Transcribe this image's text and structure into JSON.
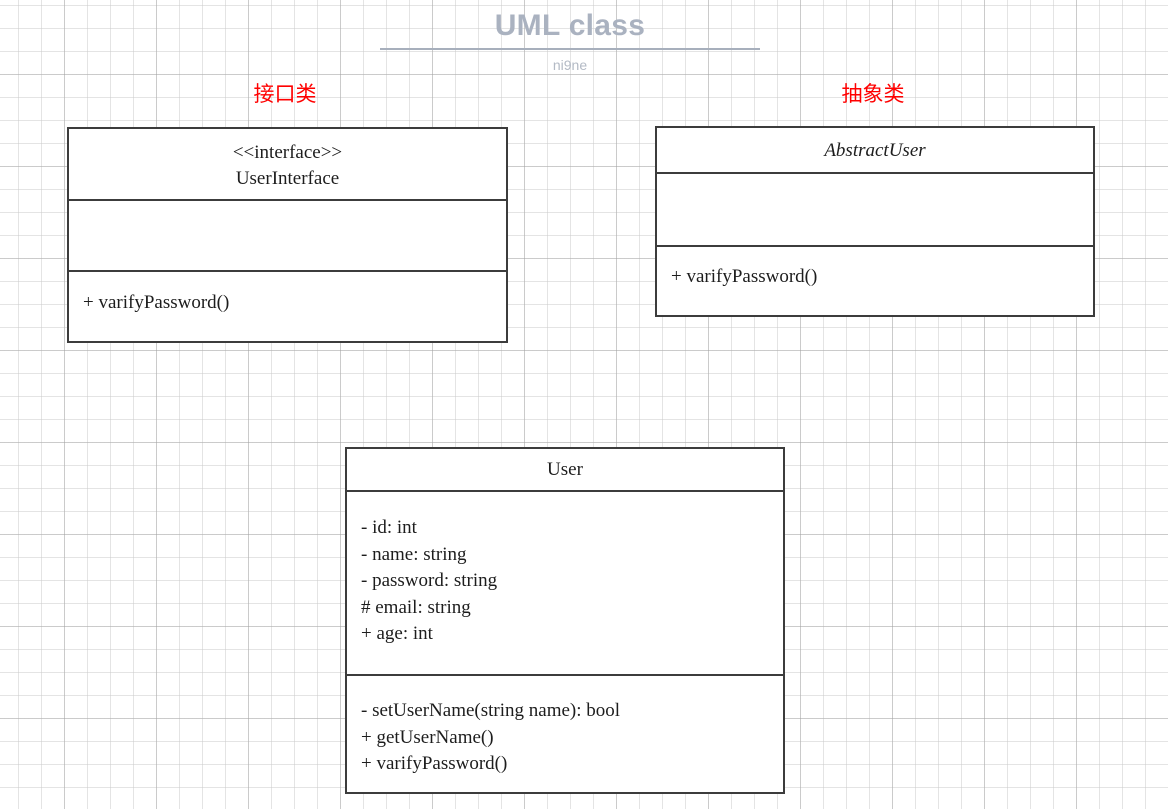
{
  "header": {
    "title": "UML class",
    "subtitle": "ni9ne"
  },
  "annotations": [
    {
      "label": "接口类",
      "for": "interface-box"
    },
    {
      "label": "抽象类",
      "for": "abstract-box"
    }
  ],
  "classes": {
    "interface": {
      "stereotype": "<<interface>>",
      "name": "UserInterface",
      "attributes": [],
      "methods": [
        "+ varifyPassword()"
      ]
    },
    "abstract": {
      "name": "AbstractUser",
      "attributes": [],
      "methods": [
        "+ varifyPassword()"
      ]
    },
    "concrete": {
      "name": "User",
      "attributes": [
        "- id: int",
        "- name: string",
        "- password: string",
        "# email: string",
        "+ age: int"
      ],
      "methods": [
        "- setUserName(string name): bool",
        "+ getUserName()",
        "+ varifyPassword()"
      ]
    }
  },
  "colors": {
    "annotation": "#ff0000",
    "title": "#aab2c0",
    "box_border": "#3c3c3c",
    "canvas": "#ffffff"
  }
}
